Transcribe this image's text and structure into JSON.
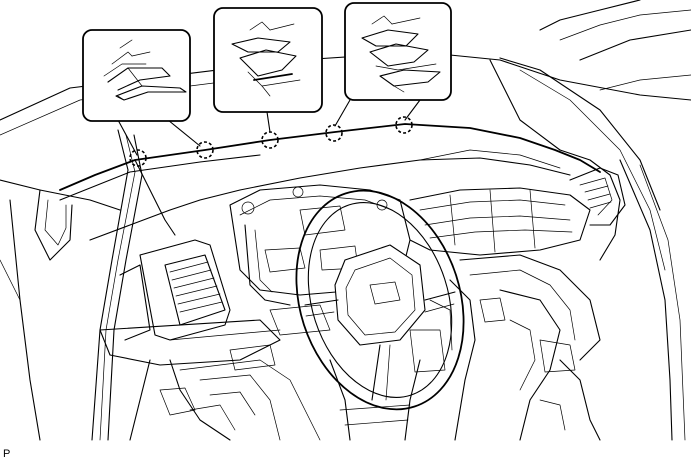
{
  "figure": {
    "code_label": "P",
    "callouts": [
      {
        "name": "clip-detail-1",
        "clip_points": 2
      },
      {
        "name": "clip-detail-2",
        "clip_points": 1
      },
      {
        "name": "clip-detail-3",
        "clip_points": 2
      }
    ],
    "clip_locations_count": 5
  }
}
